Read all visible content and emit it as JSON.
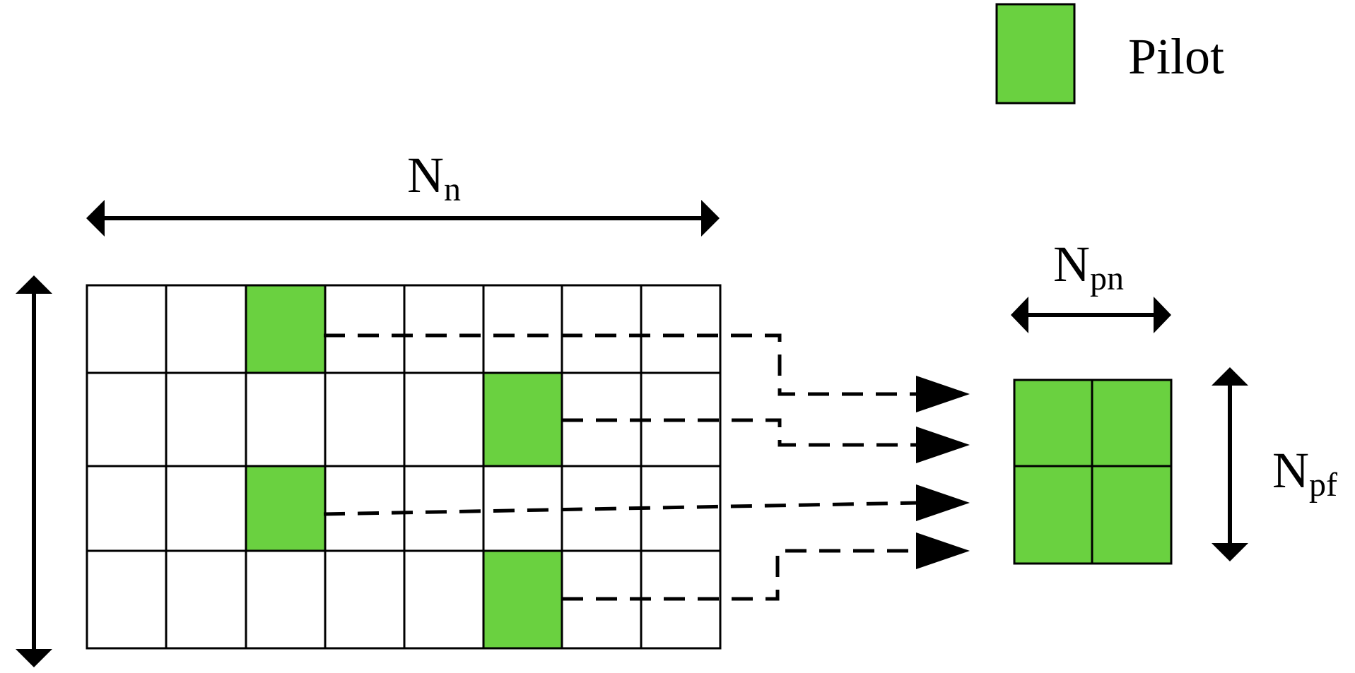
{
  "legend": {
    "label": "Pilot",
    "color": "#6ad140"
  },
  "labels": {
    "width_main": {
      "base": "N",
      "sub": "n"
    },
    "width_pilot": {
      "base": "N",
      "sub": "pn"
    },
    "height_pilot": {
      "base": "N",
      "sub": "pf"
    }
  },
  "colors": {
    "pilot": "#6ad140",
    "line": "#000000",
    "background": "#ffffff"
  },
  "grid": {
    "columns": 8,
    "rows": 4,
    "pilot_cells": [
      {
        "row": 0,
        "col": 2
      },
      {
        "row": 1,
        "col": 5
      },
      {
        "row": 2,
        "col": 2
      },
      {
        "row": 3,
        "col": 5
      }
    ]
  },
  "pilot_block": {
    "columns": 2,
    "rows": 2
  }
}
